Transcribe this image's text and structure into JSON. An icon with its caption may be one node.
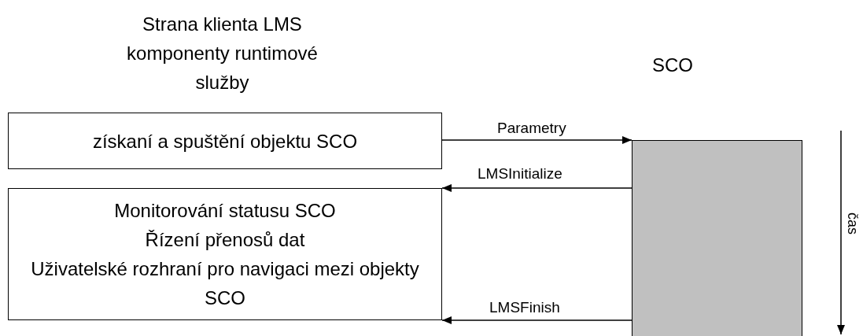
{
  "diagram": {
    "nodes": [
      {
        "text": [
          "získaní a spuštění objektu SCO"
        ]
      },
      {
        "text": [
          "Monitorování statusu SCO",
          "Řízení přenosů dat",
          "Uživatelské rozhraní pro navigaci mezi objekty SCO"
        ]
      },
      {
        "text": [],
        "shape": "bar"
      }
    ],
    "edges": [
      {
        "from": 0,
        "to": 2,
        "arrow": "to",
        "label": "Parametry"
      },
      {
        "from": 2,
        "to": 1,
        "arrow": "to",
        "label": "LMSInitialize"
      },
      {
        "from": 2,
        "to": 1,
        "arrow": "to",
        "label": "LMSFinish"
      }
    ],
    "labels": [
      "Strana klienta LMS komponenty runtimové služby",
      "SCO",
      "čas"
    ]
  }
}
